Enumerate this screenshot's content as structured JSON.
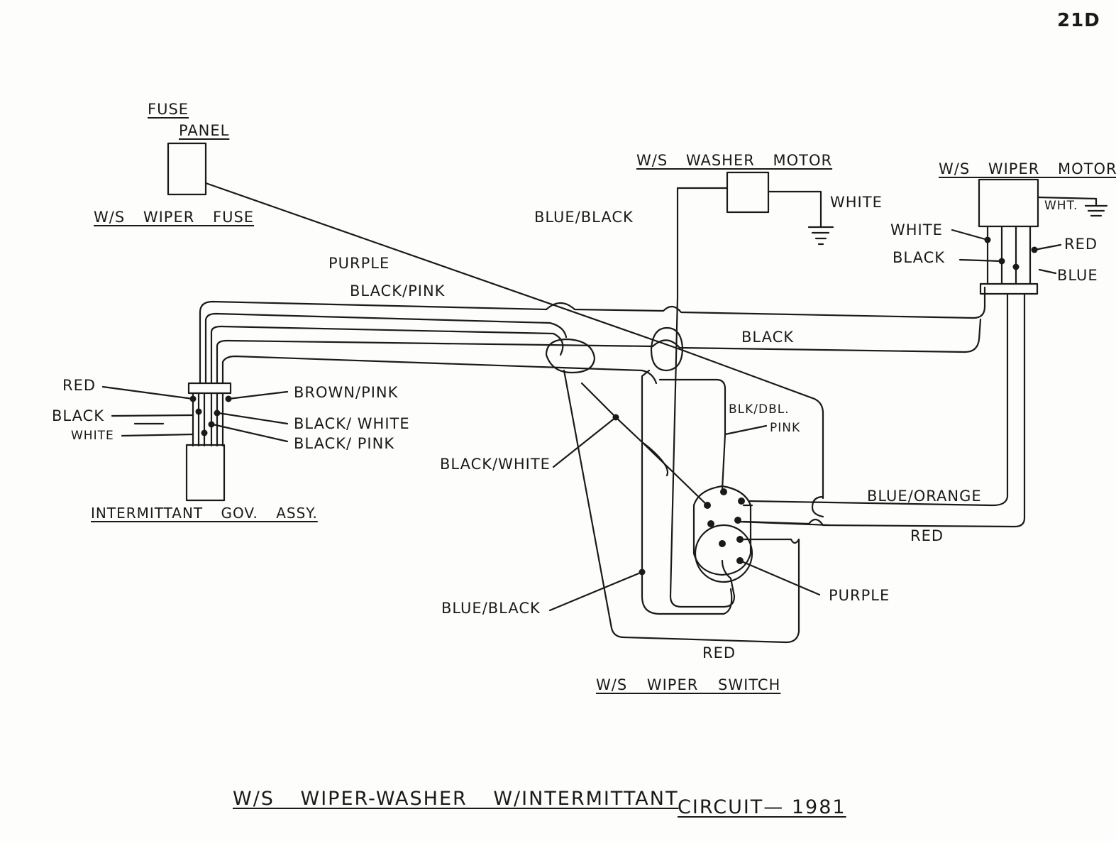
{
  "page_number": "21D",
  "title": {
    "part1": "W/S WIPER-WASHER W/INTERMITTANT",
    "part2": "CIRCUIT— 1981"
  },
  "components": {
    "fuse_panel": {
      "line1": "FUSE",
      "line2": "PANEL"
    },
    "wiper_fuse": "W/S WIPER FUSE",
    "washer_motor": "W/S WASHER MOTOR",
    "wiper_motor": "W/S WIPER MOTOR",
    "intermittant_gov": "INTERMITTANT GOV. ASSY.",
    "wiper_switch": "W/S WIPER SWITCH"
  },
  "wire_labels": {
    "purple_top": "PURPLE",
    "black_pink_top": "BLACK/PINK",
    "blue_black_top": "BLUE/BLACK",
    "white_washer": "WHITE",
    "black_mid": "BLACK",
    "wht_ground": "WHT.",
    "motor_white": "WHITE",
    "motor_black": "BLACK",
    "motor_red": "RED",
    "motor_blue": "BLUE",
    "gov_red": "RED",
    "gov_black": "BLACK",
    "gov_white": "WHITE",
    "gov_brown_pink": "BROWN/PINK",
    "gov_black_white": "BLACK/ WHITE",
    "gov_black_pink": "BLACK/ PINK",
    "black_white_mid": "BLACK/WHITE",
    "blk_dbl_line1": "BLK/DBL.",
    "blk_dbl_line2": "PINK",
    "blue_orange": "BLUE/ORANGE",
    "red_right": "RED",
    "purple_switch": "PURPLE",
    "blue_black_bottom": "BLUE/BLACK",
    "red_bottom": "RED"
  },
  "colors": {
    "ink": "#1a1a1a",
    "paper": "#fdfdfb"
  }
}
